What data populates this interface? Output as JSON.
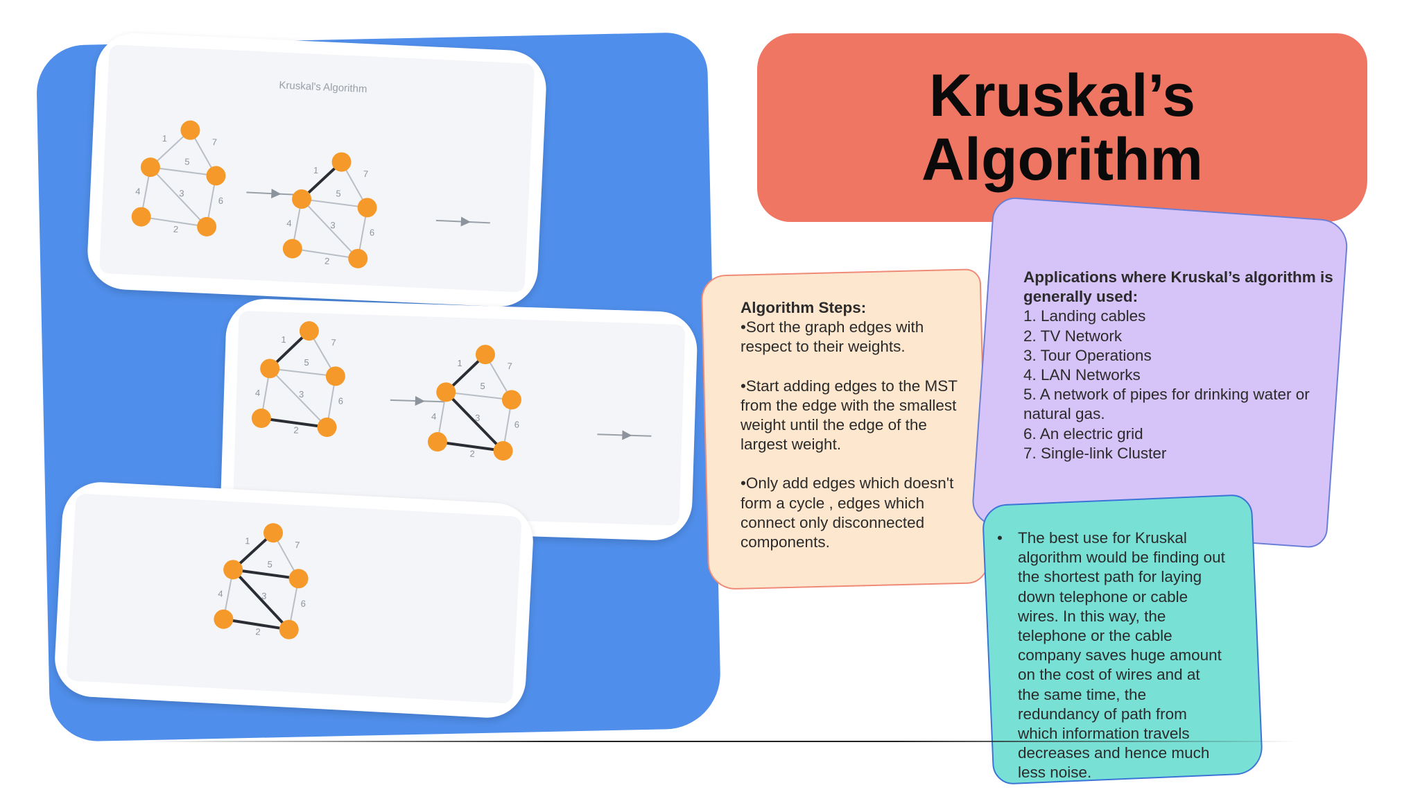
{
  "title": {
    "line1": "Kruskal’s",
    "line2": "Algorithm"
  },
  "figure": {
    "caption": "Kruskal's Algorithm",
    "weights": {
      "e1": "1",
      "e7": "7",
      "e5": "5",
      "e4": "4",
      "e3": "3",
      "e6": "6",
      "e2": "2"
    }
  },
  "steps": {
    "header": "Algorithm Steps:",
    "items": [
      "•Sort the graph edges with respect to their weights.",
      "•Start adding edges to the MST from the edge with the smallest weight until the edge of the largest weight.",
      "•Only add edges which doesn't form a cycle , edges which connect only disconnected components."
    ]
  },
  "applications": {
    "header": "Applications where Kruskal’s algorithm is generally used:",
    "items": [
      "1. Landing cables",
      "2. TV Network",
      "3. Tour Operations",
      "4. LAN Networks",
      "5. A network of pipes for drinking water or natural gas.",
      "6. An electric grid",
      "7. Single-link Cluster"
    ]
  },
  "best_use": {
    "bullet": "•",
    "text": "The best use for Kruskal algorithm would be finding out the shortest path for laying down telephone or cable wires. In this way, the telephone or the cable company saves huge amount on the cost of wires and at the same time, the redundancy of path from which information travels decreases and hence much less noise."
  },
  "colors": {
    "title_bg": "#ee7663",
    "blue_back": "#4f8eea",
    "node": "#f59a2a",
    "edge_light": "#b9bec6",
    "edge_bold": "#2a2d34",
    "steps_bg": "#fde7cf",
    "apps_bg": "#d6c3f7",
    "use_bg": "#79e0d6"
  }
}
